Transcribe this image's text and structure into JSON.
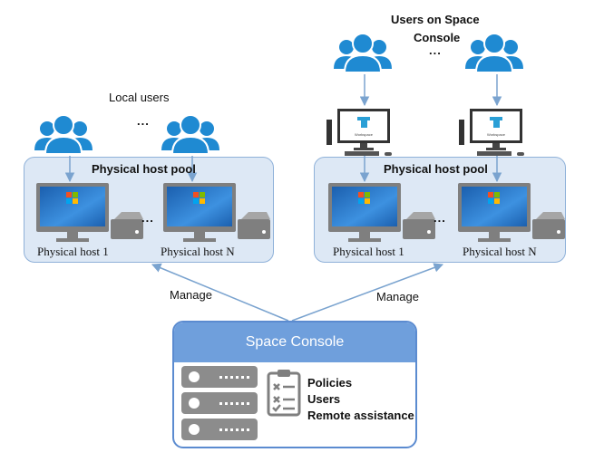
{
  "labels": {
    "local_users": "Local users",
    "users_on_console_line1": "Users on Space",
    "users_on_console_line2": "Console",
    "ellipsis": "...",
    "manage_left": "Manage",
    "manage_right": "Manage"
  },
  "pools": [
    {
      "title": "Physical host pool",
      "host_first": "Physical host 1",
      "host_last": "Physical host N"
    },
    {
      "title": "Physical host pool",
      "host_first": "Physical host 1",
      "host_last": "Physical host N"
    }
  ],
  "console": {
    "title": "Space Console",
    "features": [
      "Policies",
      "Users",
      "Remote assistance"
    ]
  },
  "colors": {
    "user_icon": "#1f8ad2",
    "pool_fill": "#dde8f5",
    "pool_border": "#8fb1d9",
    "console_header": "#6f9fdc",
    "arrow": "#7aa3cf",
    "server": "#8c8c8c",
    "monitor_frame": "#7f7f7f",
    "screen": "#2f7fd6"
  }
}
